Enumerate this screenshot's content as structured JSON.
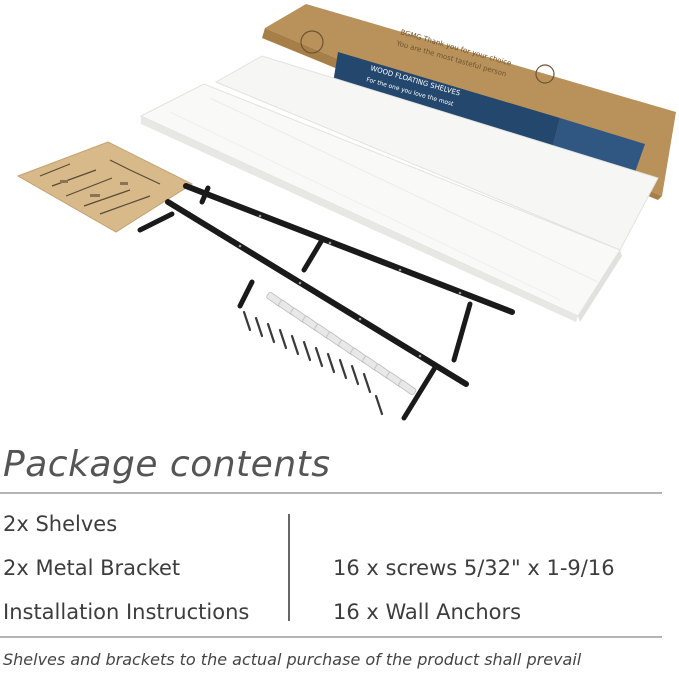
{
  "photo": {
    "box_print_line1": "BGMG Thank you for your choice",
    "box_print_line2": "You are the most tasteful person",
    "box_print_line3": "WOOD FLOATING SHELVES",
    "box_print_line4": "For the one you love the most",
    "colors": {
      "box_kraft": "#c9a66b",
      "box_band": "#24476e",
      "shelf_white": "#f6f6f4",
      "bracket_black": "#1a1a1a",
      "manual_paper": "#d8b98a"
    }
  },
  "contents": {
    "title": "Package contents",
    "left_items": [
      "2x Shelves",
      "2x Metal Bracket",
      "Installation Instructions"
    ],
    "right_items": [
      "16 x screws 5/32\" x 1-9/16",
      "16 x Wall Anchors"
    ]
  },
  "disclaimer": "Shelves and brackets to the actual purchase of the product shall prevail"
}
